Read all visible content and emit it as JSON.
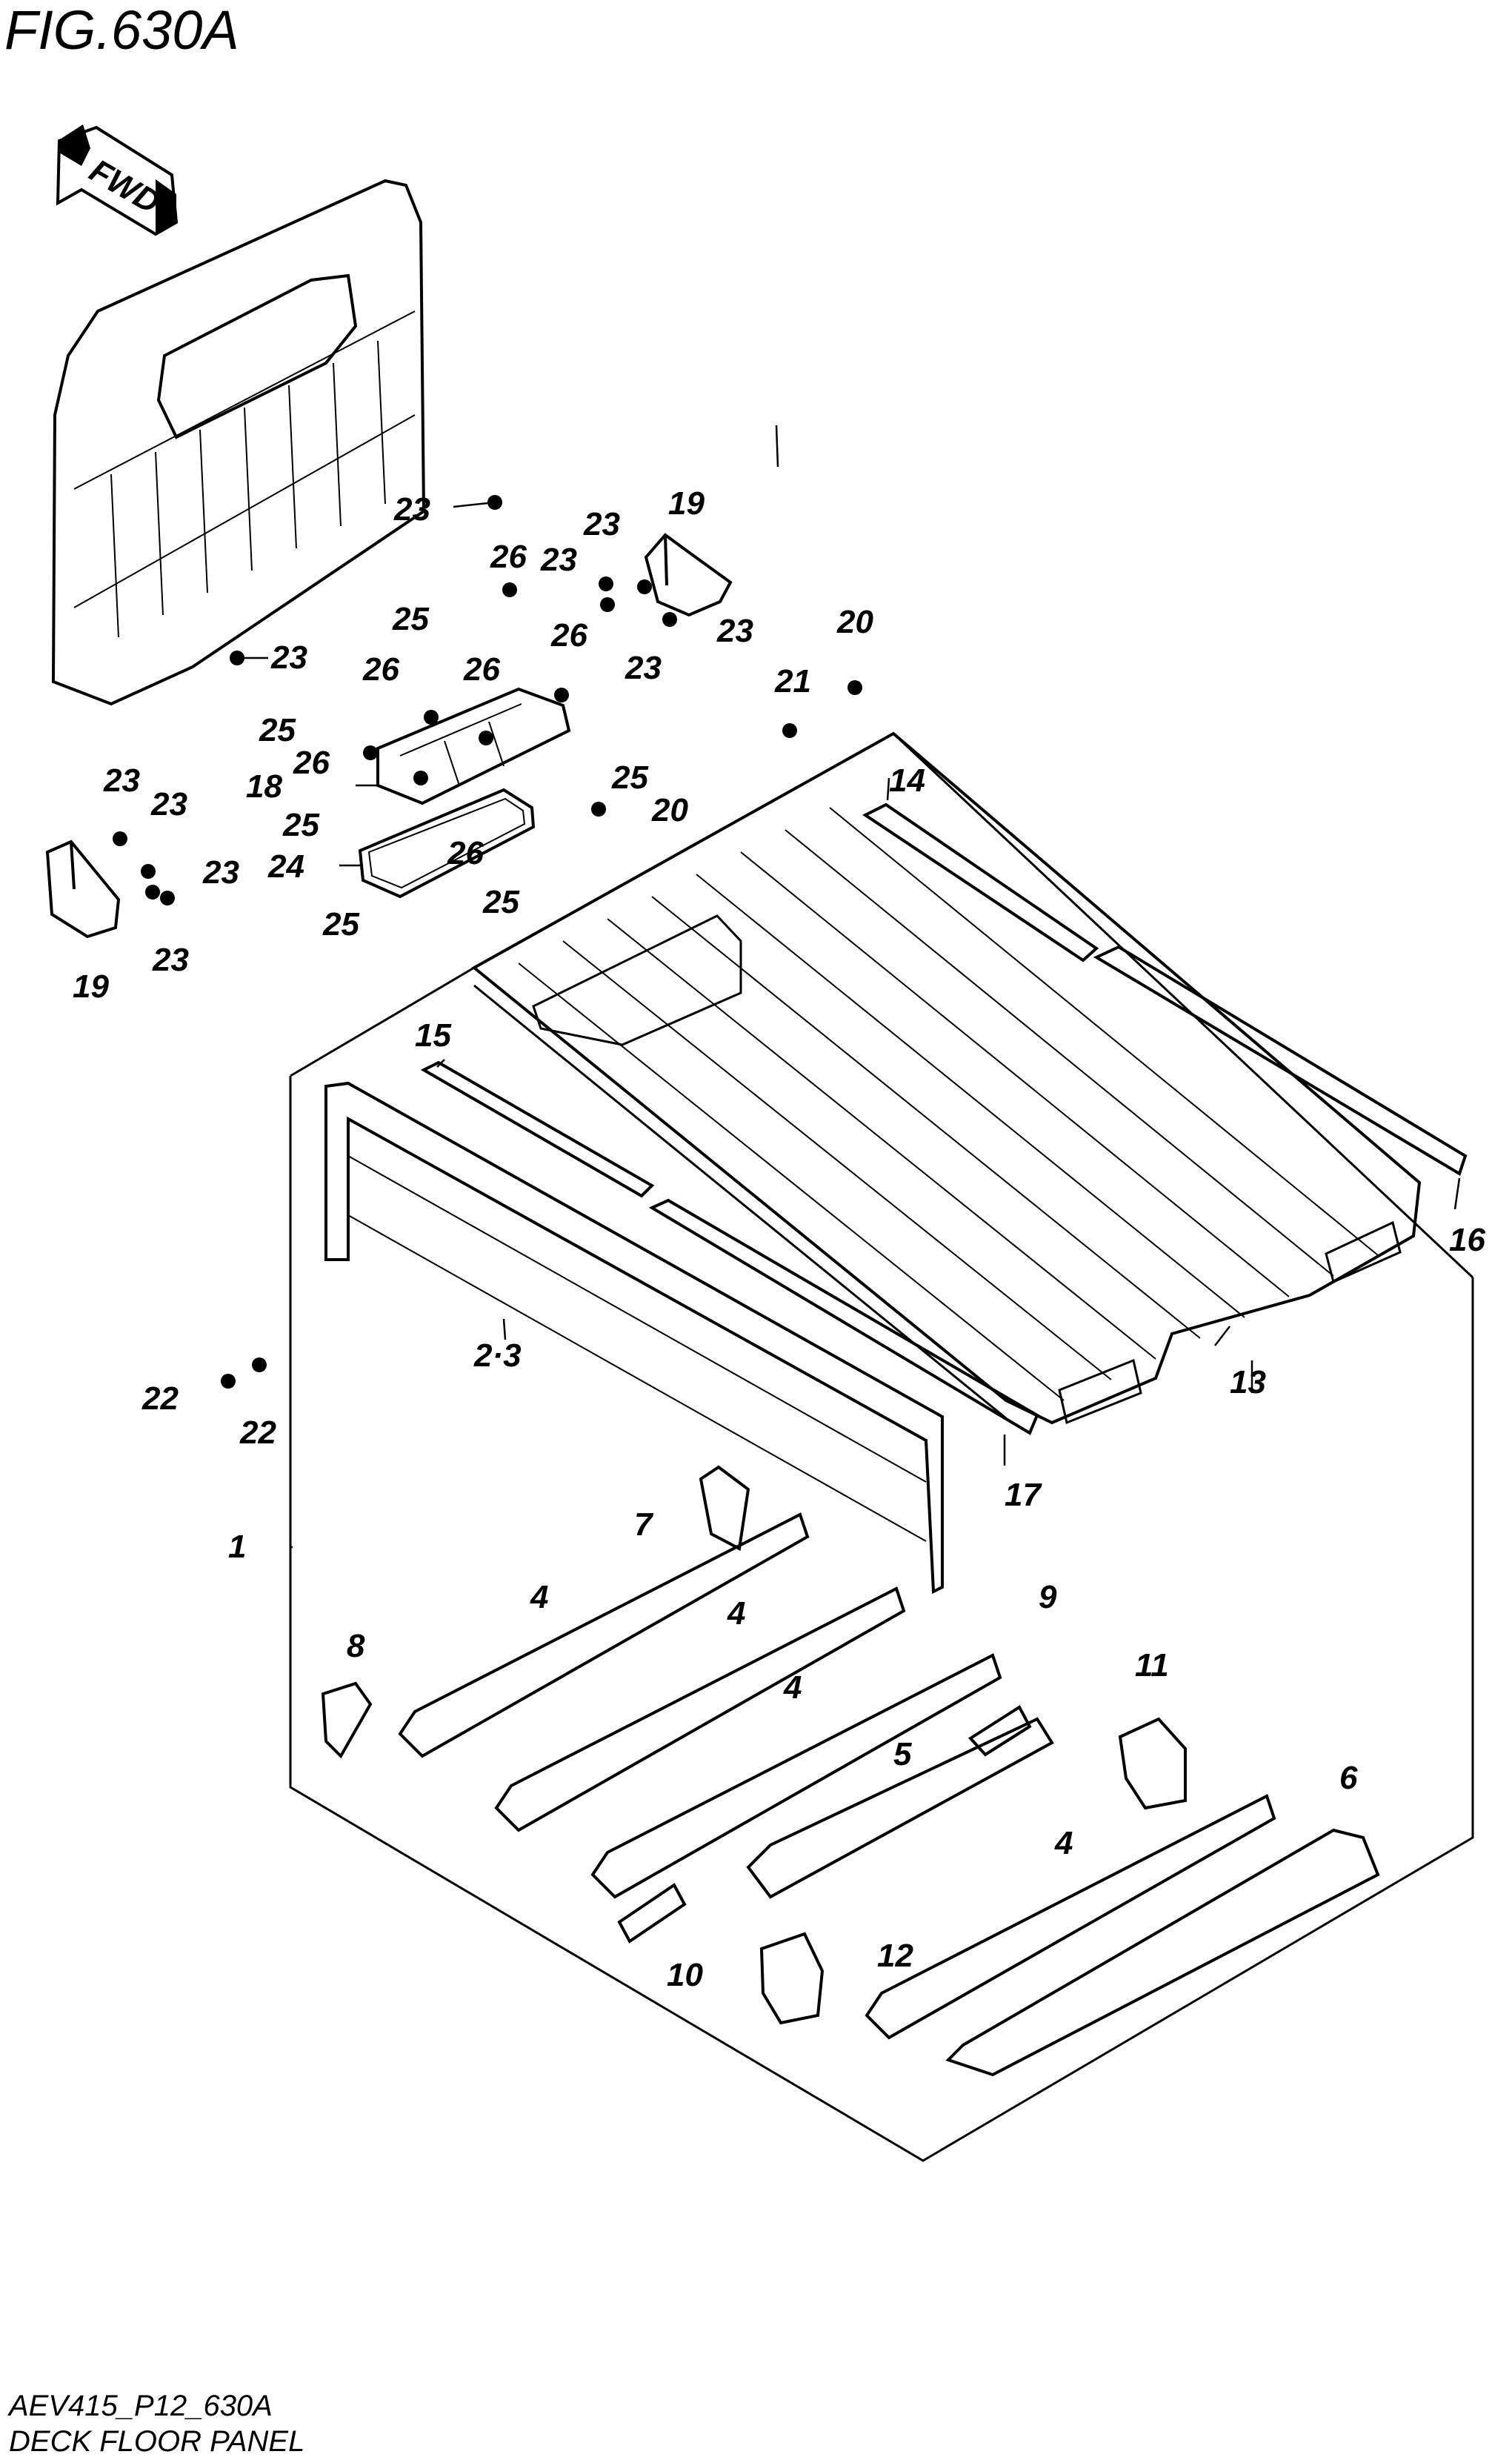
{
  "figure": {
    "title": "FIG.630A",
    "fwd_label": "FWD",
    "code": "AEV415_P12_630A",
    "caption": "DECK FLOOR PANEL"
  },
  "callouts": [
    {
      "id": "c1",
      "text": "1"
    },
    {
      "id": "c2-3",
      "text": "2·3"
    },
    {
      "id": "c4a",
      "text": "4"
    },
    {
      "id": "c4b",
      "text": "4"
    },
    {
      "id": "c4c",
      "text": "4"
    },
    {
      "id": "c4d",
      "text": "4"
    },
    {
      "id": "c5",
      "text": "5"
    },
    {
      "id": "c6",
      "text": "6"
    },
    {
      "id": "c7",
      "text": "7"
    },
    {
      "id": "c8",
      "text": "8"
    },
    {
      "id": "c9",
      "text": "9"
    },
    {
      "id": "c10",
      "text": "10"
    },
    {
      "id": "c11",
      "text": "11"
    },
    {
      "id": "c12",
      "text": "12"
    },
    {
      "id": "c13",
      "text": "13"
    },
    {
      "id": "c14",
      "text": "14"
    },
    {
      "id": "c15",
      "text": "15"
    },
    {
      "id": "c16",
      "text": "16"
    },
    {
      "id": "c17",
      "text": "17"
    },
    {
      "id": "c18",
      "text": "18"
    },
    {
      "id": "c19a",
      "text": "19"
    },
    {
      "id": "c19b",
      "text": "19"
    },
    {
      "id": "c20a",
      "text": "20"
    },
    {
      "id": "c20b",
      "text": "20"
    },
    {
      "id": "c21",
      "text": "21"
    },
    {
      "id": "c22a",
      "text": "22"
    },
    {
      "id": "c22b",
      "text": "22"
    },
    {
      "id": "c23a",
      "text": "23"
    },
    {
      "id": "c23b",
      "text": "23"
    },
    {
      "id": "c23c",
      "text": "23"
    },
    {
      "id": "c23d",
      "text": "23"
    },
    {
      "id": "c23e",
      "text": "23"
    },
    {
      "id": "c23f",
      "text": "23"
    },
    {
      "id": "c23g",
      "text": "23"
    },
    {
      "id": "c23h",
      "text": "23"
    },
    {
      "id": "c23i",
      "text": "23"
    },
    {
      "id": "c23j",
      "text": "23"
    },
    {
      "id": "c24",
      "text": "24"
    },
    {
      "id": "c25a",
      "text": "25"
    },
    {
      "id": "c25b",
      "text": "25"
    },
    {
      "id": "c25c",
      "text": "25"
    },
    {
      "id": "c25d",
      "text": "25"
    },
    {
      "id": "c25e",
      "text": "25"
    },
    {
      "id": "c25f",
      "text": "25"
    },
    {
      "id": "c26a",
      "text": "26"
    },
    {
      "id": "c26b",
      "text": "26"
    },
    {
      "id": "c26c",
      "text": "26"
    },
    {
      "id": "c26d",
      "text": "26"
    },
    {
      "id": "c26e",
      "text": "26"
    },
    {
      "id": "c26f",
      "text": "26"
    }
  ]
}
